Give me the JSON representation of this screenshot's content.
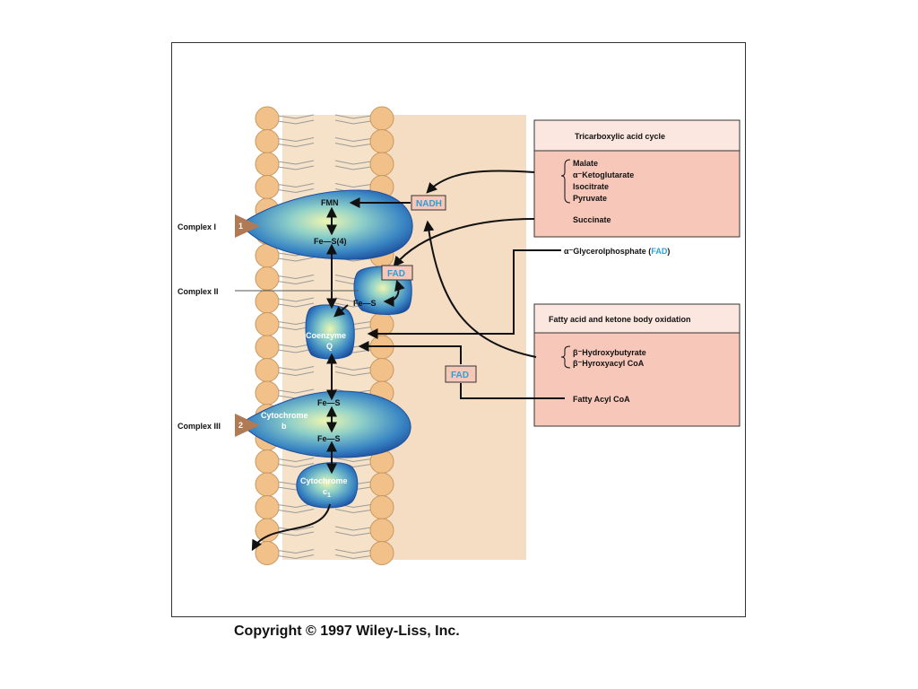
{
  "complexes": {
    "complex1": "Complex I",
    "complex2": "Complex II",
    "complex3": "Complex III"
  },
  "badges": {
    "b1": "1",
    "b2": "2"
  },
  "cofactors": {
    "fmn": "FMN",
    "fes4": "Fe—S(4)",
    "fes_c2": "Fe—S",
    "fes_c3_top": "Fe—S",
    "fes_c3_bottom": "Fe—S"
  },
  "coenzyme": {
    "line1": "Coenzyme",
    "line2": "Q"
  },
  "cytochrome_b": {
    "line1": "Cytochrome",
    "line2": "b"
  },
  "cytochrome_c1": {
    "line1": "Cytochrome",
    "line2": "c",
    "subscript": "1"
  },
  "carriers": {
    "nadh": "NADH",
    "fad_complex2": "FAD",
    "fad_lower": "FAD"
  },
  "tca": {
    "header": "Tricarboxylic acid cycle",
    "items": [
      "Malate",
      "α⁻Ketoglutarate",
      "Isocitrate",
      "Pyruvate"
    ],
    "succinate": "Succinate"
  },
  "glycerol": {
    "prefix": "α⁻Glycerolphosphate (",
    "fad": "FAD",
    "suffix": ")"
  },
  "fatty": {
    "header": "Fatty acid and ketone body oxidation",
    "items": [
      "β⁻Hydroxybutyrate",
      "β⁻Hyroxyacyl CoA"
    ],
    "acyl": "Fatty Acyl CoA"
  },
  "copyright": "Copyright © 1997 Wiley-Liss, Inc.",
  "colors": {
    "lipid_head": "#f2c089",
    "membrane_band": "#f6e2c8",
    "box_fill": "#f7c8ba",
    "box_header": "#fbe7df",
    "protein_dark": "#1f5aa8",
    "protein_light": "#e9f2a8",
    "badge": "#b07a55",
    "blue_text": "#2aa0d8"
  }
}
